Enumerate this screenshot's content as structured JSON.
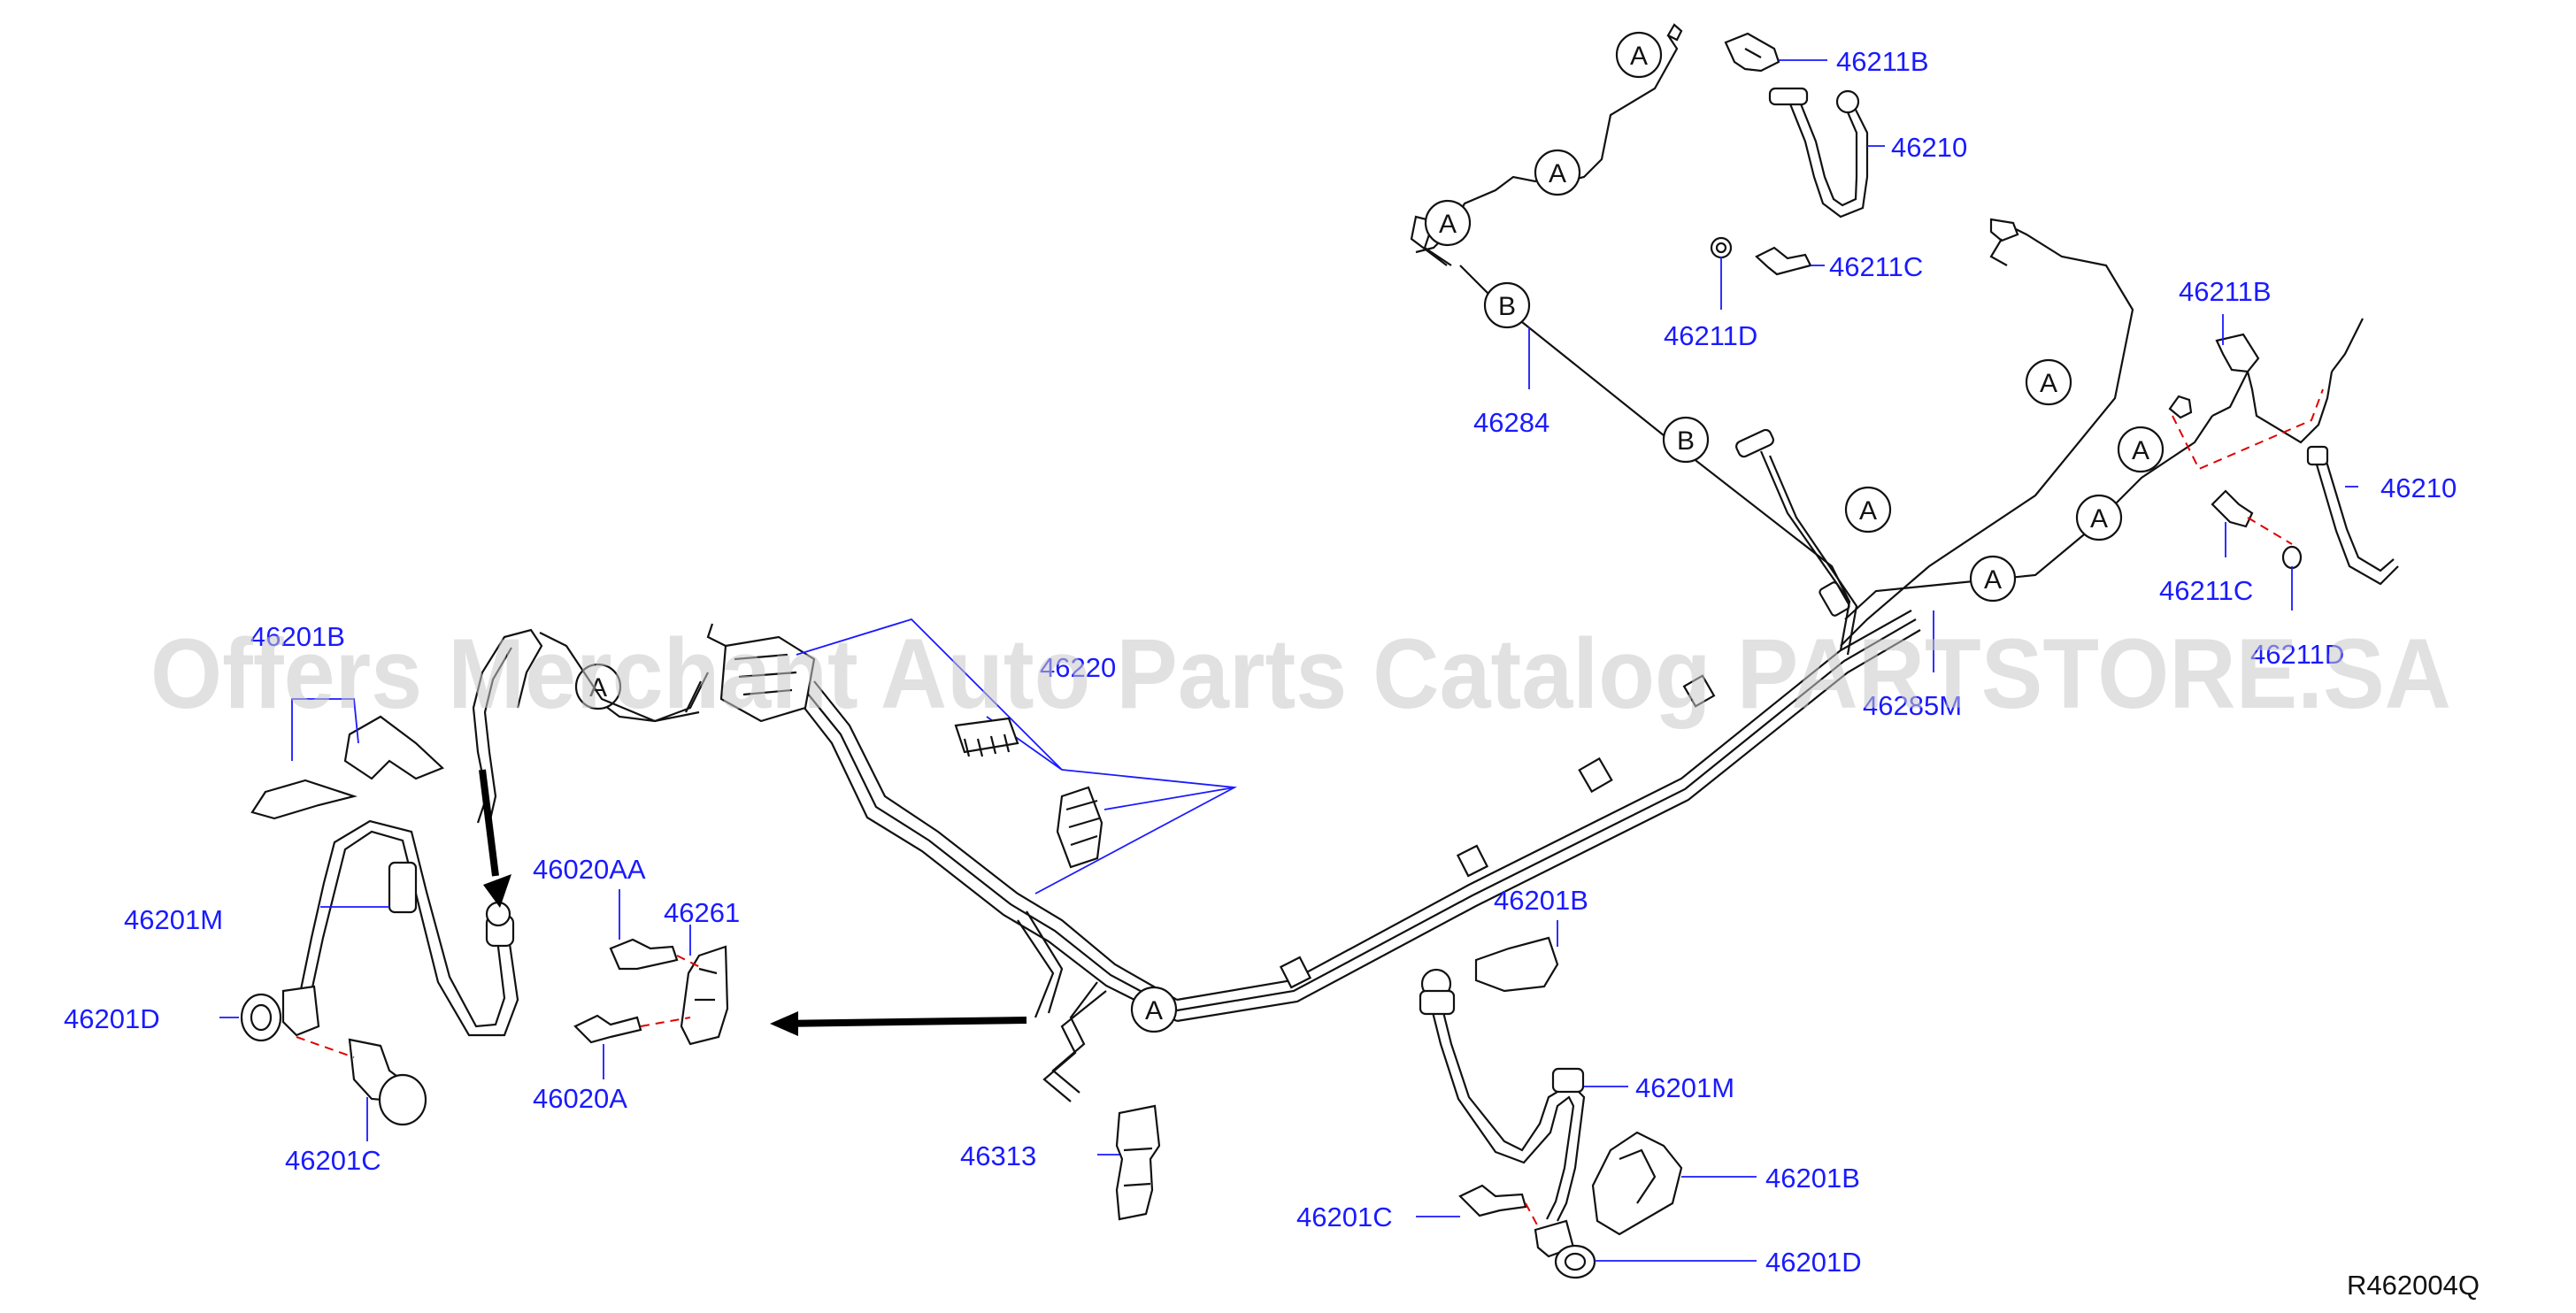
{
  "diagram_ref": "R462004Q",
  "watermark": "Offers Merchant Auto Parts Catalog PARTSTORE.SA",
  "callout_A": "A",
  "callout_B": "B",
  "labels": {
    "p46211B_top": "46211B",
    "p46210_top": "46210",
    "p46211C_top": "46211C",
    "p46211D_top": "46211D",
    "p46284": "46284",
    "p46211B_right": "46211B",
    "p46210_right": "46210",
    "p46211C_right": "46211C",
    "p46211D_right": "46211D",
    "p46285M": "46285M",
    "p46220": "46220",
    "p46201B_left": "46201B",
    "p46201M_left": "46201M",
    "p46201D_left": "46201D",
    "p46201C_left": "46201C",
    "p46020AA": "46020AA",
    "p46261": "46261",
    "p46020A": "46020A",
    "p46313": "46313",
    "p46201B_mid": "46201B",
    "p46201M_right": "46201M",
    "p46201B_low": "46201B",
    "p46201C_right": "46201C",
    "p46201D_right": "46201D"
  }
}
